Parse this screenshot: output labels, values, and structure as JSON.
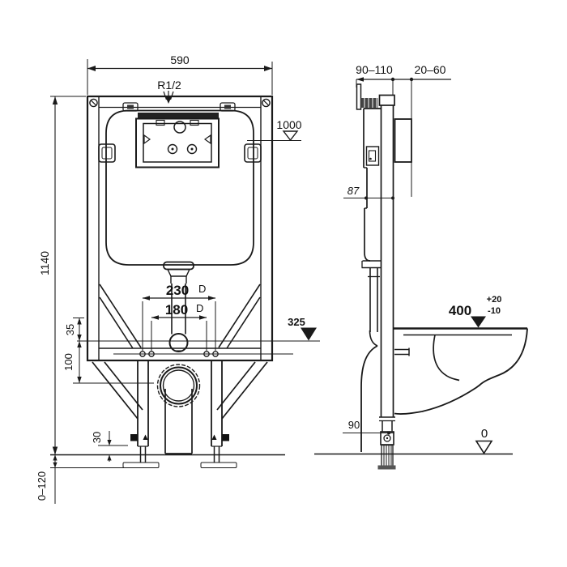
{
  "drawing": {
    "type": "installation-dimension-drawing",
    "subject": "concealed-cistern-wc-frame-front-and-side-view"
  },
  "colors": {
    "line": "#1a1a1a",
    "background": "#ffffff",
    "fill_dark": "#444444"
  },
  "front": {
    "w590": "590",
    "r12": "R1/2",
    "lvl1000": "1000",
    "h1140": "1140",
    "d230": "230",
    "d230_suffix": "D",
    "d180": "180",
    "d180_suffix": "D",
    "v35": "35",
    "v100": "100",
    "lvl325": "325",
    "v30": "30",
    "rng0_120": "0–120"
  },
  "side": {
    "rng90_110": "90–110",
    "rng20_60": "20–60",
    "d87": "87",
    "seat400": "400",
    "tol_plus": "+20",
    "tol_minus": "-10",
    "d90": "90",
    "lvl0": "0"
  }
}
